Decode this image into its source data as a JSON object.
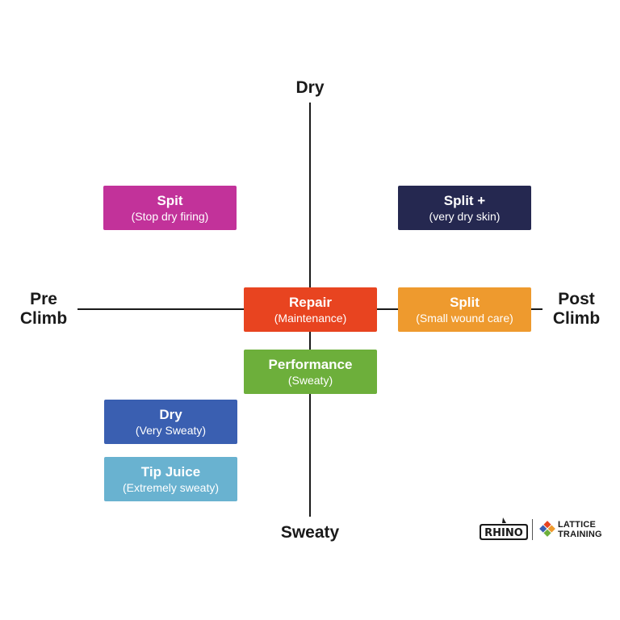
{
  "axes": {
    "top": "Dry",
    "bottom": "Sweaty",
    "left": [
      "Pre",
      "Climb"
    ],
    "right": [
      "Post",
      "Climb"
    ]
  },
  "boxes": [
    {
      "title": "Spit",
      "subtitle": "(Stop dry firing)",
      "color": "#C2329A"
    },
    {
      "title": "Split +",
      "subtitle": "(very dry skin)",
      "color": "#252850"
    },
    {
      "title": "Repair",
      "subtitle": "(Maintenance)",
      "color": "#E84420"
    },
    {
      "title": "Split",
      "subtitle": "(Small wound care)",
      "color": "#EE9A2E"
    },
    {
      "title": "Performance",
      "subtitle": "(Sweaty)",
      "color": "#6DAF3B"
    },
    {
      "title": "Dry",
      "subtitle": "(Very Sweaty)",
      "color": "#3A5FB1"
    },
    {
      "title": "Tip Juice",
      "subtitle": "(Extremely sweaty)",
      "color": "#69B2D0"
    }
  ],
  "logos": {
    "rhino": "RHINO",
    "lattice": [
      "LATTICE",
      "TRAINING"
    ],
    "icons": [
      "rhino-logo-icon",
      "lattice-diamond-icon"
    ]
  }
}
